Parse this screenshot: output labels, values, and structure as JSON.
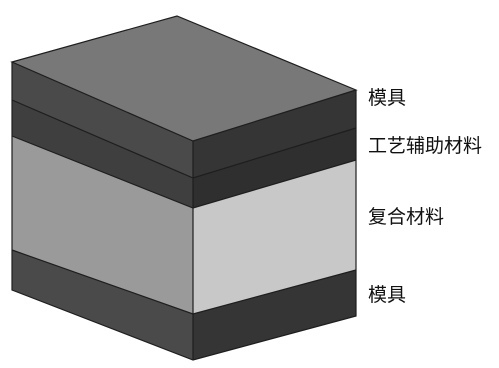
{
  "diagram": {
    "labels": {
      "top_mold": "模具",
      "process_aid": "工艺辅助材料",
      "composite": "复合材料",
      "bottom_mold": "模具"
    },
    "colors": {
      "top_face": "#787878",
      "mold_front": "#4a4a4a",
      "mold_side": "#353535",
      "process_front": "#3f3f3f",
      "process_side": "#2f2f2f",
      "composite_front": "#9a9a9a",
      "composite_side": "#c8c8c8",
      "edge": "#1e1e1e",
      "label_text": "#111111"
    }
  }
}
